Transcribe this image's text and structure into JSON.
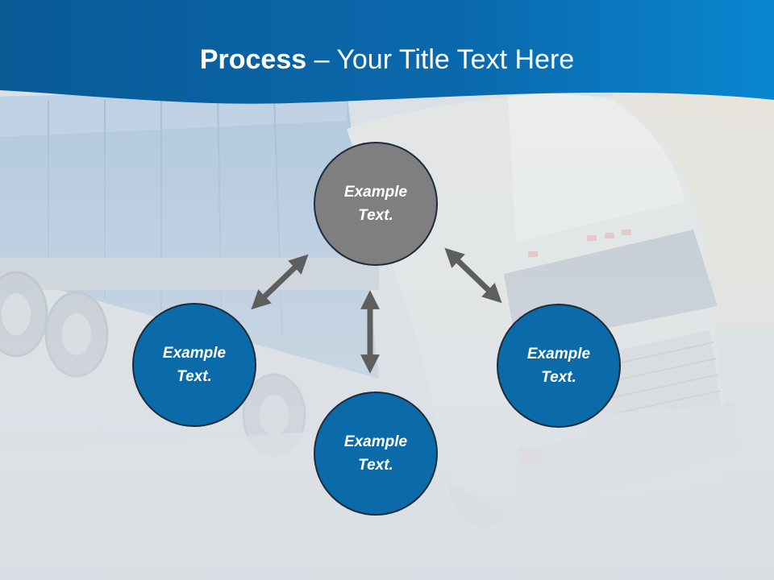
{
  "slide": {
    "title_bold": "Process",
    "title_rest": " – Your Title Text Here"
  },
  "nodes": {
    "top": "Example\nText.",
    "left": "Example\nText.",
    "right": "Example\nText.",
    "bottom": "Example\nText."
  },
  "colors": {
    "header_blue": "#0b6aa8",
    "node_blue": "#0b6aa8",
    "node_gray": "#7f7f7f",
    "arrow_gray": "#5e5e5e"
  }
}
